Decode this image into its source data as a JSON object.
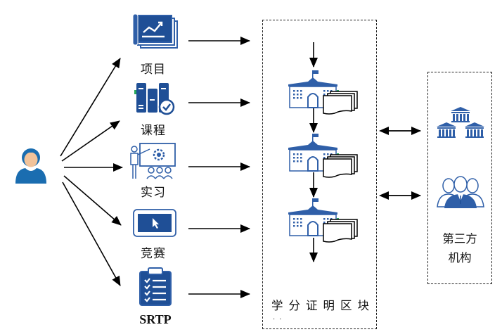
{
  "diagram": {
    "actor": {
      "icon": "student-user-icon",
      "role": "student"
    },
    "activities": [
      {
        "label": "项目",
        "icon": "project-chart-icon"
      },
      {
        "label": "课程",
        "icon": "course-books-icon"
      },
      {
        "label": "实习",
        "icon": "internship-presentation-icon"
      },
      {
        "label": "竞赛",
        "icon": "competition-screen-cursor-icon"
      },
      {
        "label": "SRTP",
        "icon": "srtp-clipboard-icon"
      }
    ],
    "blockchain": {
      "label": "学分证明区块",
      "label_suffix": "..",
      "blocks": [
        {
          "icon": "university-building-icon",
          "doc_icon": "document-stack-icon"
        },
        {
          "icon": "university-building-icon",
          "doc_icon": "document-stack-icon"
        },
        {
          "icon": "university-building-icon",
          "doc_icon": "document-stack-icon"
        }
      ]
    },
    "third_party": {
      "label_line1": "第三方",
      "label_line2": "机构",
      "icons": [
        "institutions-icon",
        "people-group-icon"
      ]
    },
    "colors": {
      "icon_blue": "#2f5fa8",
      "icon_dark_blue": "#1f4f96",
      "person_blue": "#1a6db0",
      "skin": "#f2c39a",
      "arrow": "#000000",
      "accent_green": "#27a85a"
    }
  }
}
